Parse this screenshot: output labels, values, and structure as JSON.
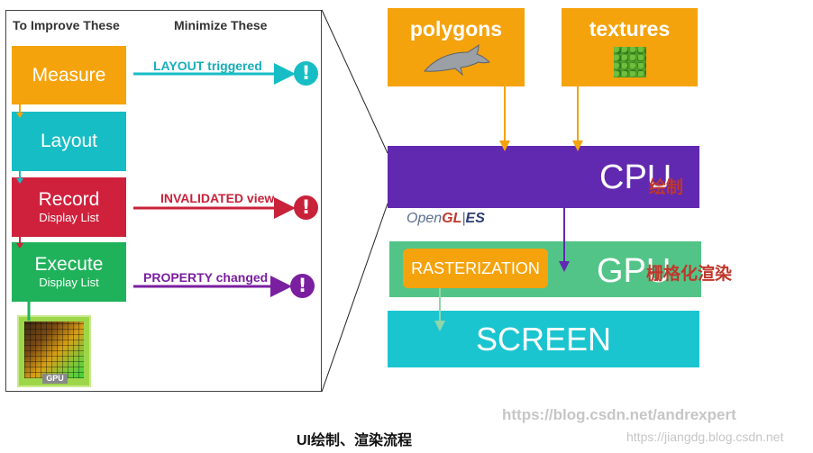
{
  "left": {
    "header_left": "To Improve These",
    "header_right": "Minimize These",
    "steps": [
      {
        "title": "Measure",
        "subtitle": "",
        "color": "#f5a30d"
      },
      {
        "title": "Layout",
        "subtitle": "",
        "color": "#17bdc5"
      },
      {
        "title": "Record",
        "subtitle": "Display List",
        "color": "#d0213c"
      },
      {
        "title": "Execute",
        "subtitle": "Display List",
        "color": "#1fb25a"
      }
    ],
    "triggers": [
      {
        "label": "LAYOUT triggered",
        "mark": "!",
        "color": "#17bdc5"
      },
      {
        "label": "INVALIDATED view",
        "mark": "!",
        "color": "#c8213a"
      },
      {
        "label": "PROPERTY changed",
        "mark": "!",
        "color": "#7a1fa0"
      }
    ],
    "gpu_chip_label": "GPU"
  },
  "right": {
    "inputs": [
      {
        "label": "polygons",
        "icon": "dolphin-model-icon"
      },
      {
        "label": "textures",
        "icon": "grass-texture-icon"
      }
    ],
    "cpu": {
      "label": "CPU",
      "note": "绘制",
      "color": "#6029b0"
    },
    "opengl_logo": {
      "text_a": "Open",
      "text_b": "GL",
      "text_c": "ES"
    },
    "gpu": {
      "label": "GPU",
      "note": "栅格化渲染",
      "color": "#53c487"
    },
    "rasterization": {
      "label": "RASTERIZATION",
      "color": "#f5a30d"
    },
    "screen": {
      "label": "SCREEN",
      "color": "#1bc5d0"
    }
  },
  "watermark": "https://blog.csdn.net/andrexpert",
  "watermark_small": "https://jiangdg.blog.csdn.net",
  "caption": "UI绘制、渲染流程"
}
